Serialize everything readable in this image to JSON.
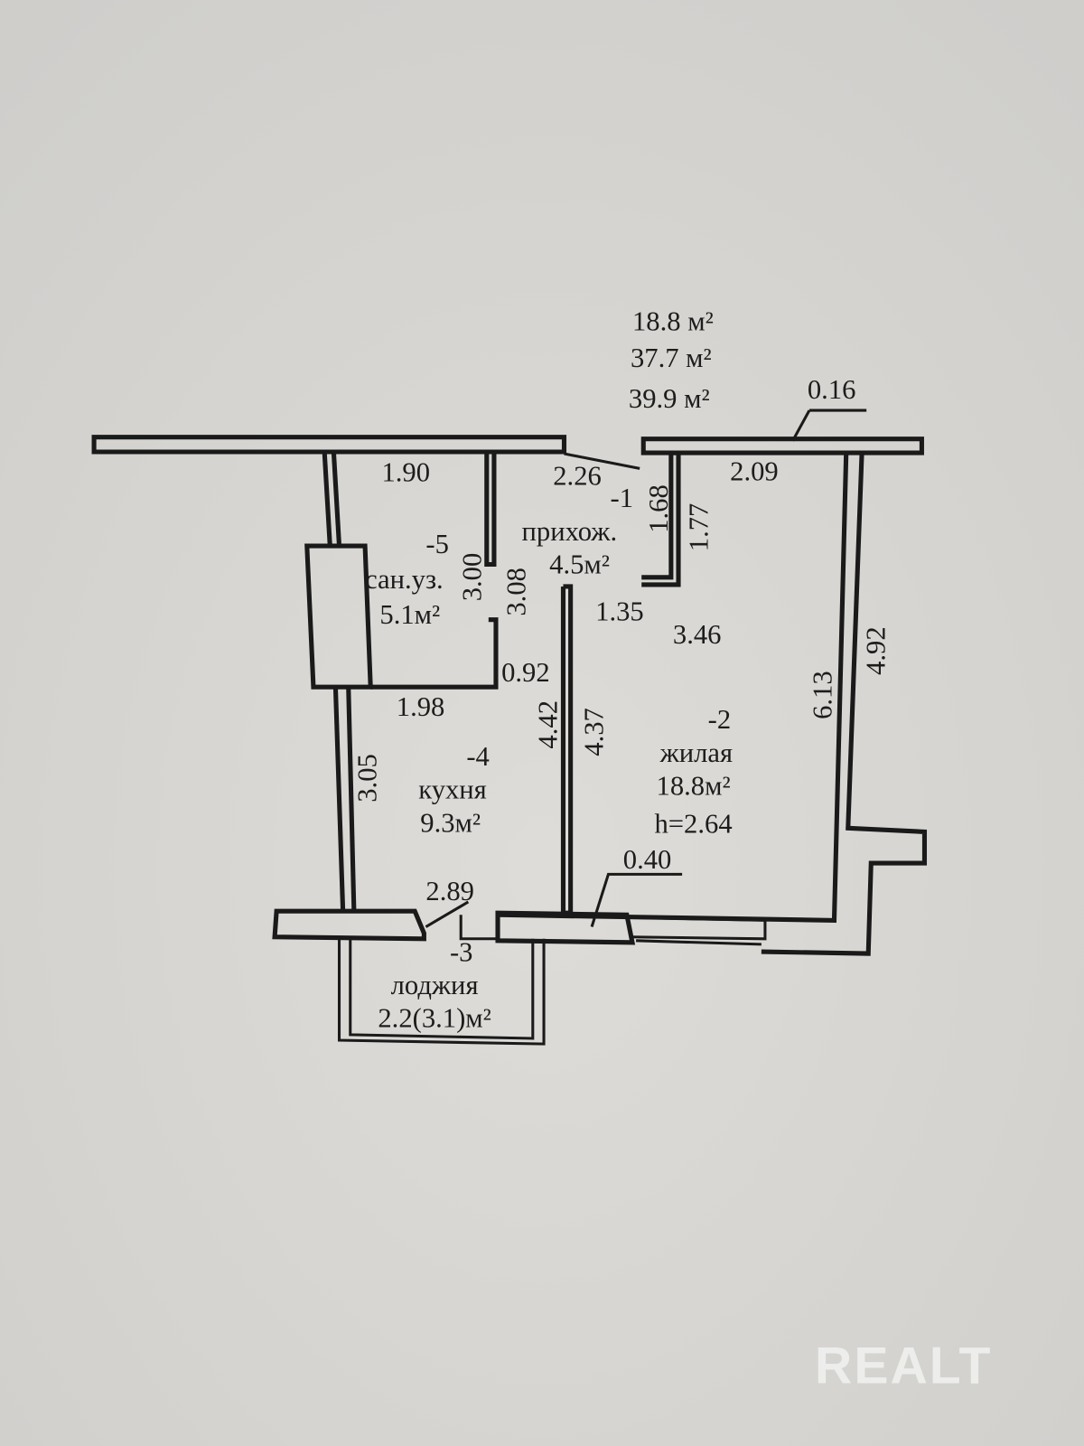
{
  "summary": {
    "living_area": "18.8 м²",
    "total_area": "37.7 м²",
    "total_with_loggia": "39.9 м²"
  },
  "rooms": [
    {
      "num": "-1",
      "name": "прихож.",
      "area": "4.5м²"
    },
    {
      "num": "-2",
      "name": "жилая",
      "area": "18.8м²",
      "height": "h=2.64"
    },
    {
      "num": "-3",
      "name": "лоджия",
      "area": "2.2(3.1)м²"
    },
    {
      "num": "-4",
      "name": "кухня",
      "area": "9.3м²"
    },
    {
      "num": "-5",
      "name": "сан.уз.",
      "area": "5.1м²"
    }
  ],
  "dimensions": {
    "d016": "0.16",
    "d190": "1.90",
    "d226": "2.26",
    "d168": "1.68",
    "d177": "1.77",
    "d209": "2.09",
    "d300": "3.00",
    "d308": "3.08",
    "d135": "1.35",
    "d346": "3.46",
    "d092": "0.92",
    "d198": "1.98",
    "d492": "4.92",
    "d613": "6.13",
    "d442": "4.42",
    "d437": "4.37",
    "d305": "3.05",
    "d040": "0.40",
    "d289": "2.89"
  },
  "watermark": "REALT",
  "colors": {
    "paper": "#d9d8d4",
    "ink": "#1a1a1a"
  }
}
